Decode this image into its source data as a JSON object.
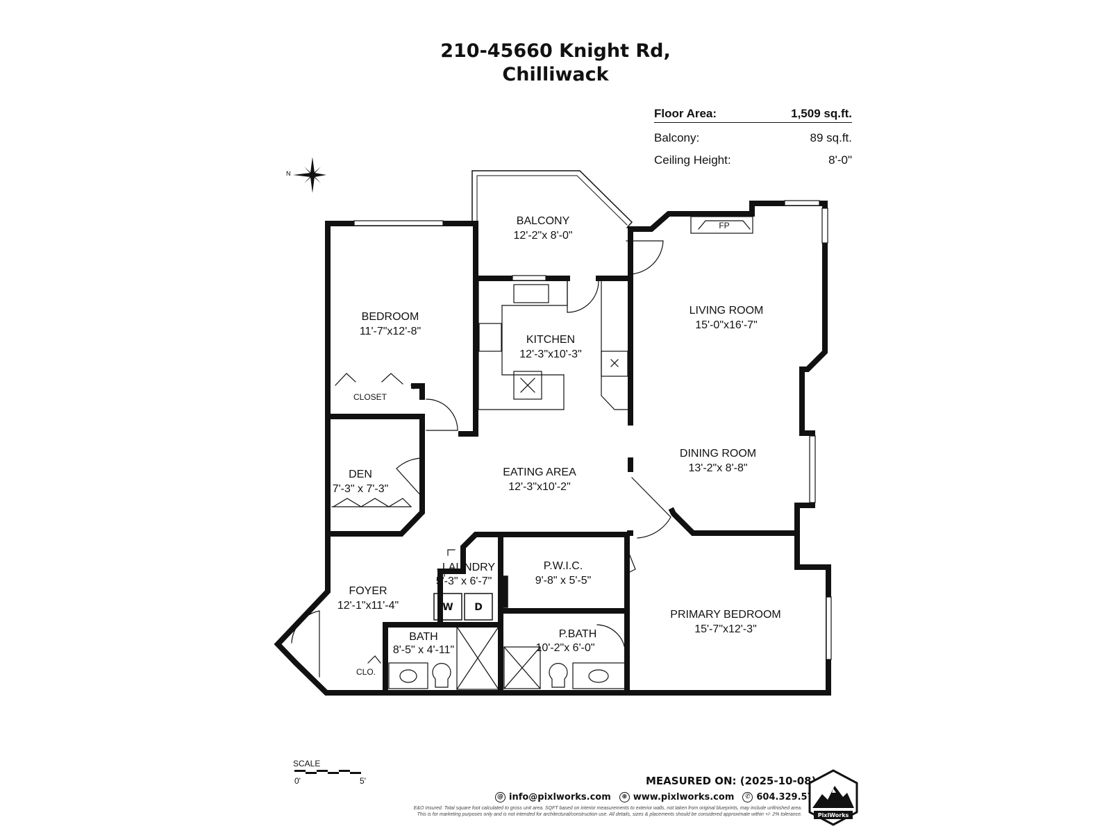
{
  "header": {
    "address_line1": "210-45660 Knight Rd,",
    "address_line2": "Chilliwack"
  },
  "area_table": [
    {
      "label": "Floor Area:",
      "value": "1,509 sq.ft."
    },
    {
      "label": "Balcony:",
      "value": "89 sq.ft."
    },
    {
      "label": "Ceiling Height:",
      "value": "8'-0\""
    }
  ],
  "compass": {
    "label": "N"
  },
  "rooms": {
    "balcony": {
      "name": "BALCONY",
      "dims": "12'-2\"x 8'-0\""
    },
    "bedroom": {
      "name": "BEDROOM",
      "dims": "11'-7\"x12'-8\""
    },
    "closet": {
      "name": "CLOSET"
    },
    "kitchen": {
      "name": "KITCHEN",
      "dims": "12'-3\"x10'-3\""
    },
    "living": {
      "name": "LIVING ROOM",
      "dims": "15'-0\"x16'-7\""
    },
    "fireplace": {
      "name": "FP"
    },
    "dining": {
      "name": "DINING ROOM",
      "dims": "13'-2\"x 8'-8\""
    },
    "den": {
      "name": "DEN",
      "dims": "7'-3\" x 7'-3\""
    },
    "eating": {
      "name": "EATING AREA",
      "dims": "12'-3\"x10'-2\""
    },
    "laundry": {
      "name": "LAUNDRY",
      "dims": "5'-3\" x 6'-7\""
    },
    "washer": {
      "name": "W"
    },
    "dryer": {
      "name": "D"
    },
    "pwic": {
      "name": "P.W.I.C.",
      "dims": "9'-8\" x 5'-5\""
    },
    "foyer": {
      "name": "FOYER",
      "dims": "12'-1\"x11'-4\""
    },
    "bath": {
      "name": "BATH",
      "dims": "8'-5\" x 4'-11\""
    },
    "clo": {
      "name": "CLO."
    },
    "pbath": {
      "name": "P.BATH",
      "dims": "10'-2\"x 6'-0\""
    },
    "primary": {
      "name": "PRIMARY BEDROOM",
      "dims": "15'-7\"x12'-3\""
    }
  },
  "scale": {
    "label": "SCALE",
    "start": "0'",
    "end": "5'"
  },
  "footer": {
    "measured_on": "MEASURED ON: (2025-10-08)",
    "email": "info@pixlworks.com",
    "website": "www.pixlworks.com",
    "phone": "604.329.5788",
    "disclaimer_line1": "E&O Insured. Total square foot calculated to gross unit area. SQFT based on interior measurements to exterior walls, not taken from original blueprints, may include unfinished area.",
    "disclaimer_line2": "This is for marketing purposes only and is not intended for architectural/construction use. All details, sizes & placements should be considered approximate within +/- 2% tolerance.",
    "logo_text": "PixlWorks"
  }
}
